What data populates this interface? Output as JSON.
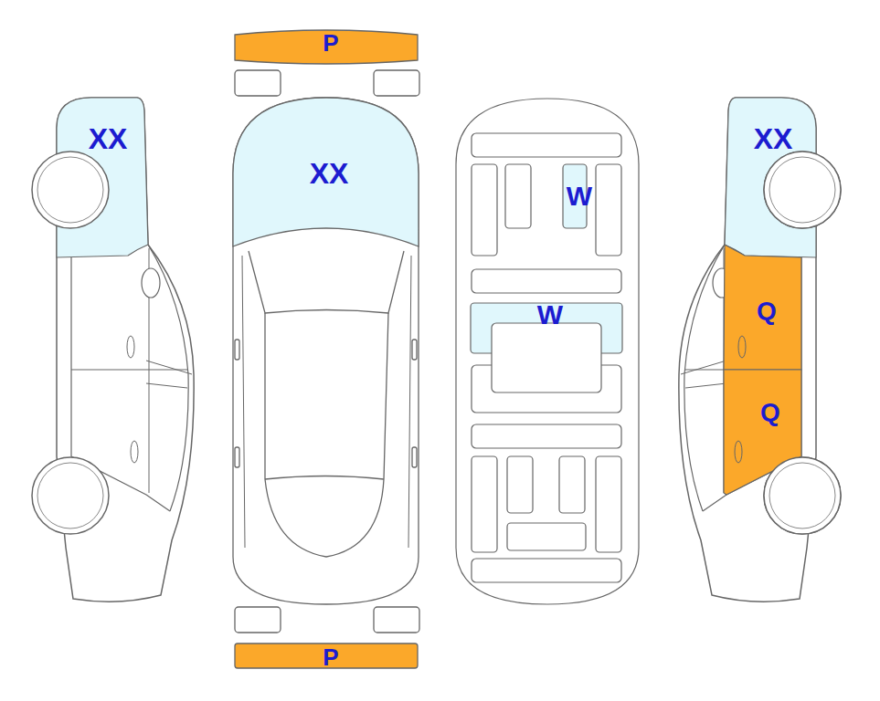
{
  "diagram": {
    "labels": [
      "P",
      "XX",
      "XX",
      "W",
      "XX",
      "W",
      "Q",
      "Q",
      "P"
    ]
  }
}
